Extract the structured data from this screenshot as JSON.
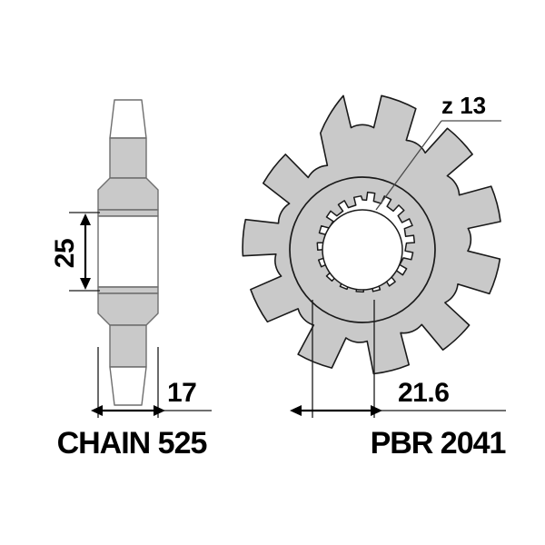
{
  "drawing": {
    "kind": "technical-drawing",
    "subject": "motorcycle front sprocket",
    "background_color": "#ffffff",
    "line_color": "#1a1a1a",
    "fill_color": "#c9c9c9",
    "white_fill_color": "#ffffff"
  },
  "side_view": {
    "name": "sprocket cross-section side view",
    "dimensions": {
      "thickness_vertical": "25",
      "width_horizontal": "17"
    },
    "caption": "CHAIN 525"
  },
  "front_view": {
    "name": "sprocket face view",
    "teeth_count": 13,
    "teeth_label": "z 13",
    "spline_count": 16,
    "dimensions": {
      "tooth_pitch_width": "21.6"
    },
    "caption": "PBR 2041"
  },
  "labels": {
    "dim_25": "25",
    "dim_17": "17",
    "dim_21_6": "21.6",
    "z_13": "z 13",
    "chain_title": "CHAIN 525",
    "part_title": "PBR 2041"
  }
}
